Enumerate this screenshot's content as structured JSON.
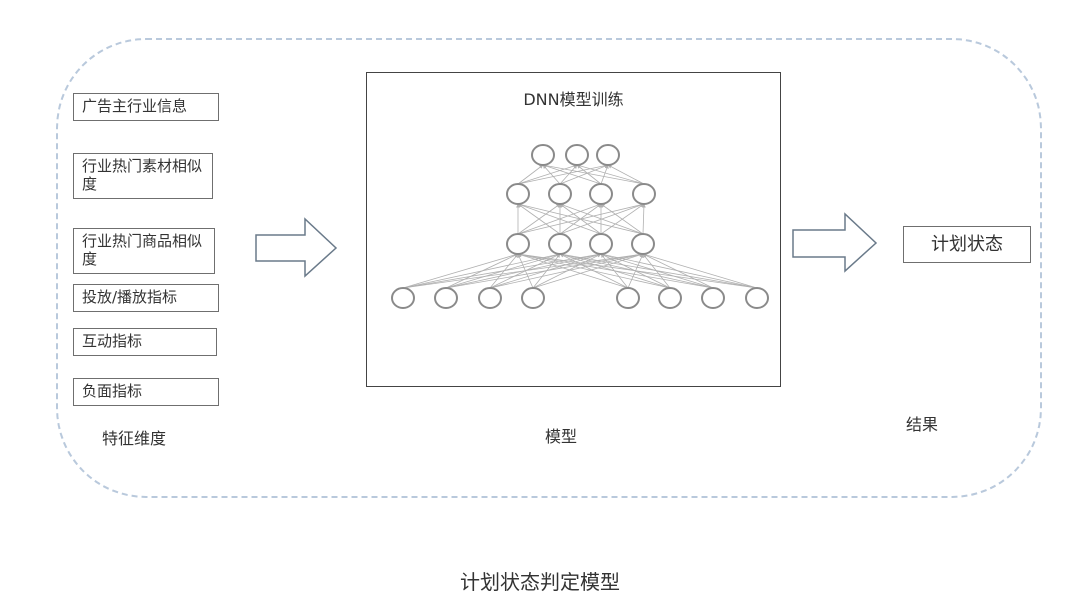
{
  "features": {
    "items": [
      {
        "label": "广告主行业信息"
      },
      {
        "label": "行业热门素材相似度"
      },
      {
        "label": "行业热门商品相似度"
      },
      {
        "label": "投放/播放指标"
      },
      {
        "label": "互动指标"
      },
      {
        "label": "负面指标"
      }
    ],
    "caption": "特征维度"
  },
  "model": {
    "title": "DNN模型训练",
    "caption": "模型",
    "network": {
      "layers": [
        3,
        4,
        4,
        8
      ]
    }
  },
  "result": {
    "label": "计划状态",
    "caption": "结果"
  },
  "diagram_title": "计划状态判定模型",
  "colors": {
    "frame_dash": "#b9c9dc",
    "box_border": "#6f6f6f",
    "node_stroke": "#8a8a8a",
    "edge": "#b0b0b0"
  }
}
